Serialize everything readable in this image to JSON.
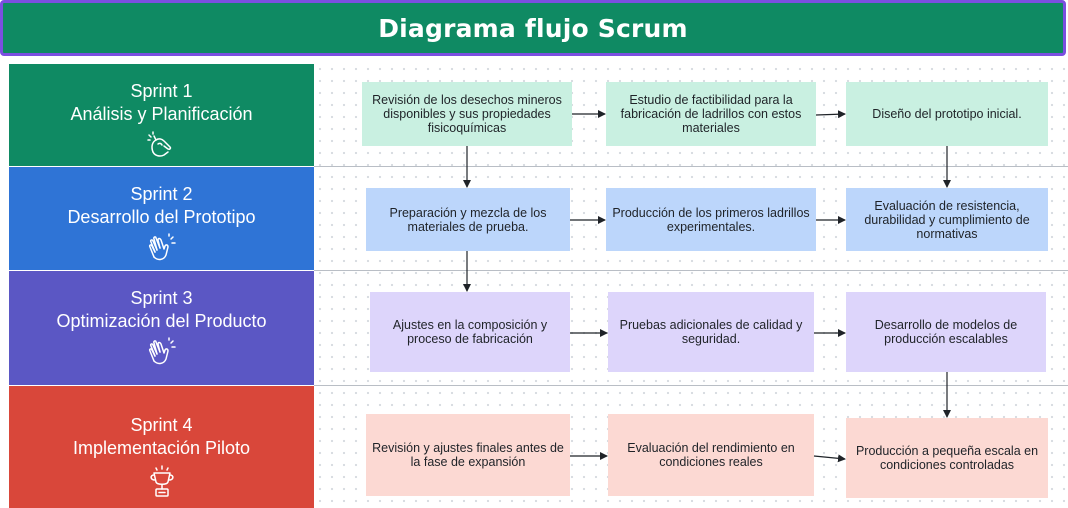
{
  "title": "Diagrama flujo Scrum",
  "colors": {
    "title_bg": "#0f8a63",
    "title_border": "#7b4fe0",
    "sprint1": "#0f8a63",
    "sprint2": "#2f74d6",
    "sprint3": "#5b57c4",
    "sprint4": "#d9473a",
    "box_green": "#c9f0e1",
    "box_blue": "#bcd6fb",
    "box_purple": "#ddd5fb",
    "box_pink": "#fcd9d3"
  },
  "sprints": [
    {
      "name": "Sprint 1",
      "label": "Análisis y Planificación",
      "icon": "pointing-hand-icon",
      "tasks": [
        "Revisión de los desechos mineros disponibles y sus propiedades fisicoquímicas",
        "Estudio de factibilidad para la fabricación de ladrillos con estos materiales",
        "Diseño del prototipo inicial."
      ]
    },
    {
      "name": "Sprint 2",
      "label": "Desarrollo del Prototipo",
      "icon": "waving-hand-icon",
      "tasks": [
        "Preparación y mezcla de los materiales de prueba.",
        "Producción de los primeros ladrillos experimentales.",
        "Evaluación de resistencia, durabilidad y cumplimiento de normativas"
      ]
    },
    {
      "name": "Sprint 3",
      "label": "Optimización del Producto",
      "icon": "waving-hand-icon",
      "tasks": [
        "Ajustes en la composición y proceso de fabricación",
        "Pruebas adicionales de calidad y seguridad.",
        "Desarrollo de modelos de producción escalables"
      ]
    },
    {
      "name": "Sprint 4",
      "label": "Implementación Piloto",
      "icon": "trophy-icon",
      "tasks": [
        "Revisión y ajustes finales antes de la fase de expansión",
        "Evaluación del rendimiento en condiciones reales",
        "Producción a pequeña escala en condiciones controladas"
      ]
    }
  ]
}
